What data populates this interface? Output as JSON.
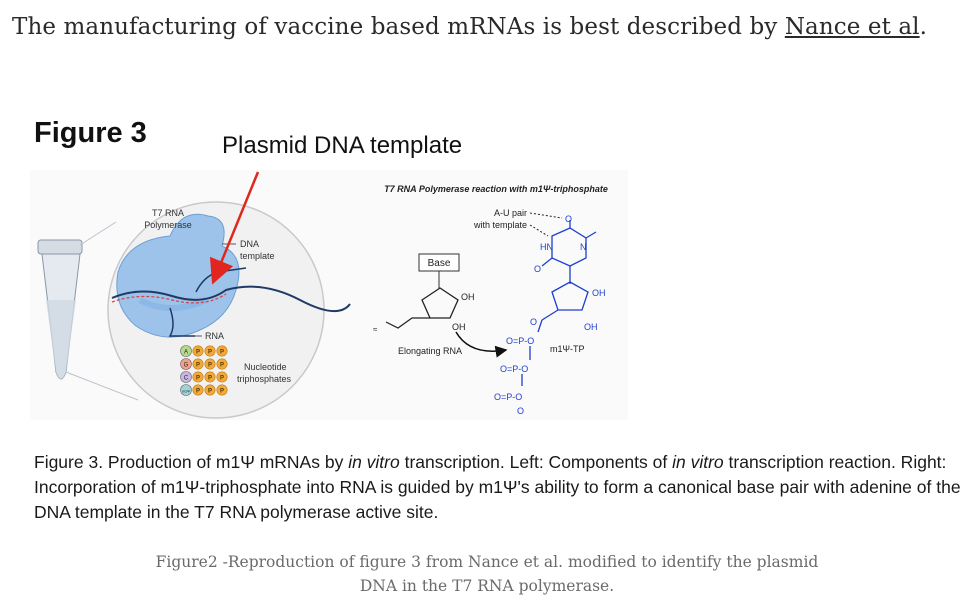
{
  "intro": {
    "text_before": "The manufacturing of vaccine based mRNAs is best described by ",
    "link": "Nance et al",
    "text_after": "."
  },
  "figure": {
    "label": "Figure 3",
    "annotation": "Plasmid DNA template",
    "left_panel": {
      "polymerase_label_1": "T7 RNA",
      "polymerase_label_2": "Polymerase",
      "dna_label_1": "DNA",
      "dna_label_2": "template",
      "rna_label": "RNA",
      "nucleotide_label_1": "Nucleotide",
      "nucleotide_label_2": "triphosphates",
      "phosphate_letter": "P",
      "bases": [
        "A",
        "G",
        "C",
        "m1Ψ"
      ]
    },
    "right_panel": {
      "title": "T7 RNA Polymerase reaction with m1Ψ-triphosphate",
      "au_pair_1": "A-U pair",
      "au_pair_2": "with template",
      "base_box": "Base",
      "oh": "OH",
      "elongating": "Elongating RNA",
      "m1tp": "m1Ψ-TP",
      "hn": "HN",
      "n": "N",
      "o": "O",
      "p_o": "O=P-O",
      "minus": "−"
    },
    "colors": {
      "chem_blue": "#1d3fd1",
      "polymerase_blue": "#9ec3ea",
      "arrow_red": "#e0261e",
      "strand_dark": "#1f3a66"
    }
  },
  "caption": {
    "p1": "Figure 3. Production of m1Ψ mRNAs by ",
    "i1": "in vitro",
    "p2": " transcription. Left: Components of ",
    "i2": "in vitro",
    "p3": " transcription reaction. Right: Incorporation of m1Ψ-triphosphate into RNA is guided by m1Ψ's ability to form a canonical base pair with adenine of the DNA template in the T7 RNA polymerase active site."
  },
  "source": {
    "line1": "Figure2 -Reproduction of figure 3 from Nance et al. modified to identify the plasmid",
    "line2": "DNA in the T7 RNA polymerase."
  }
}
